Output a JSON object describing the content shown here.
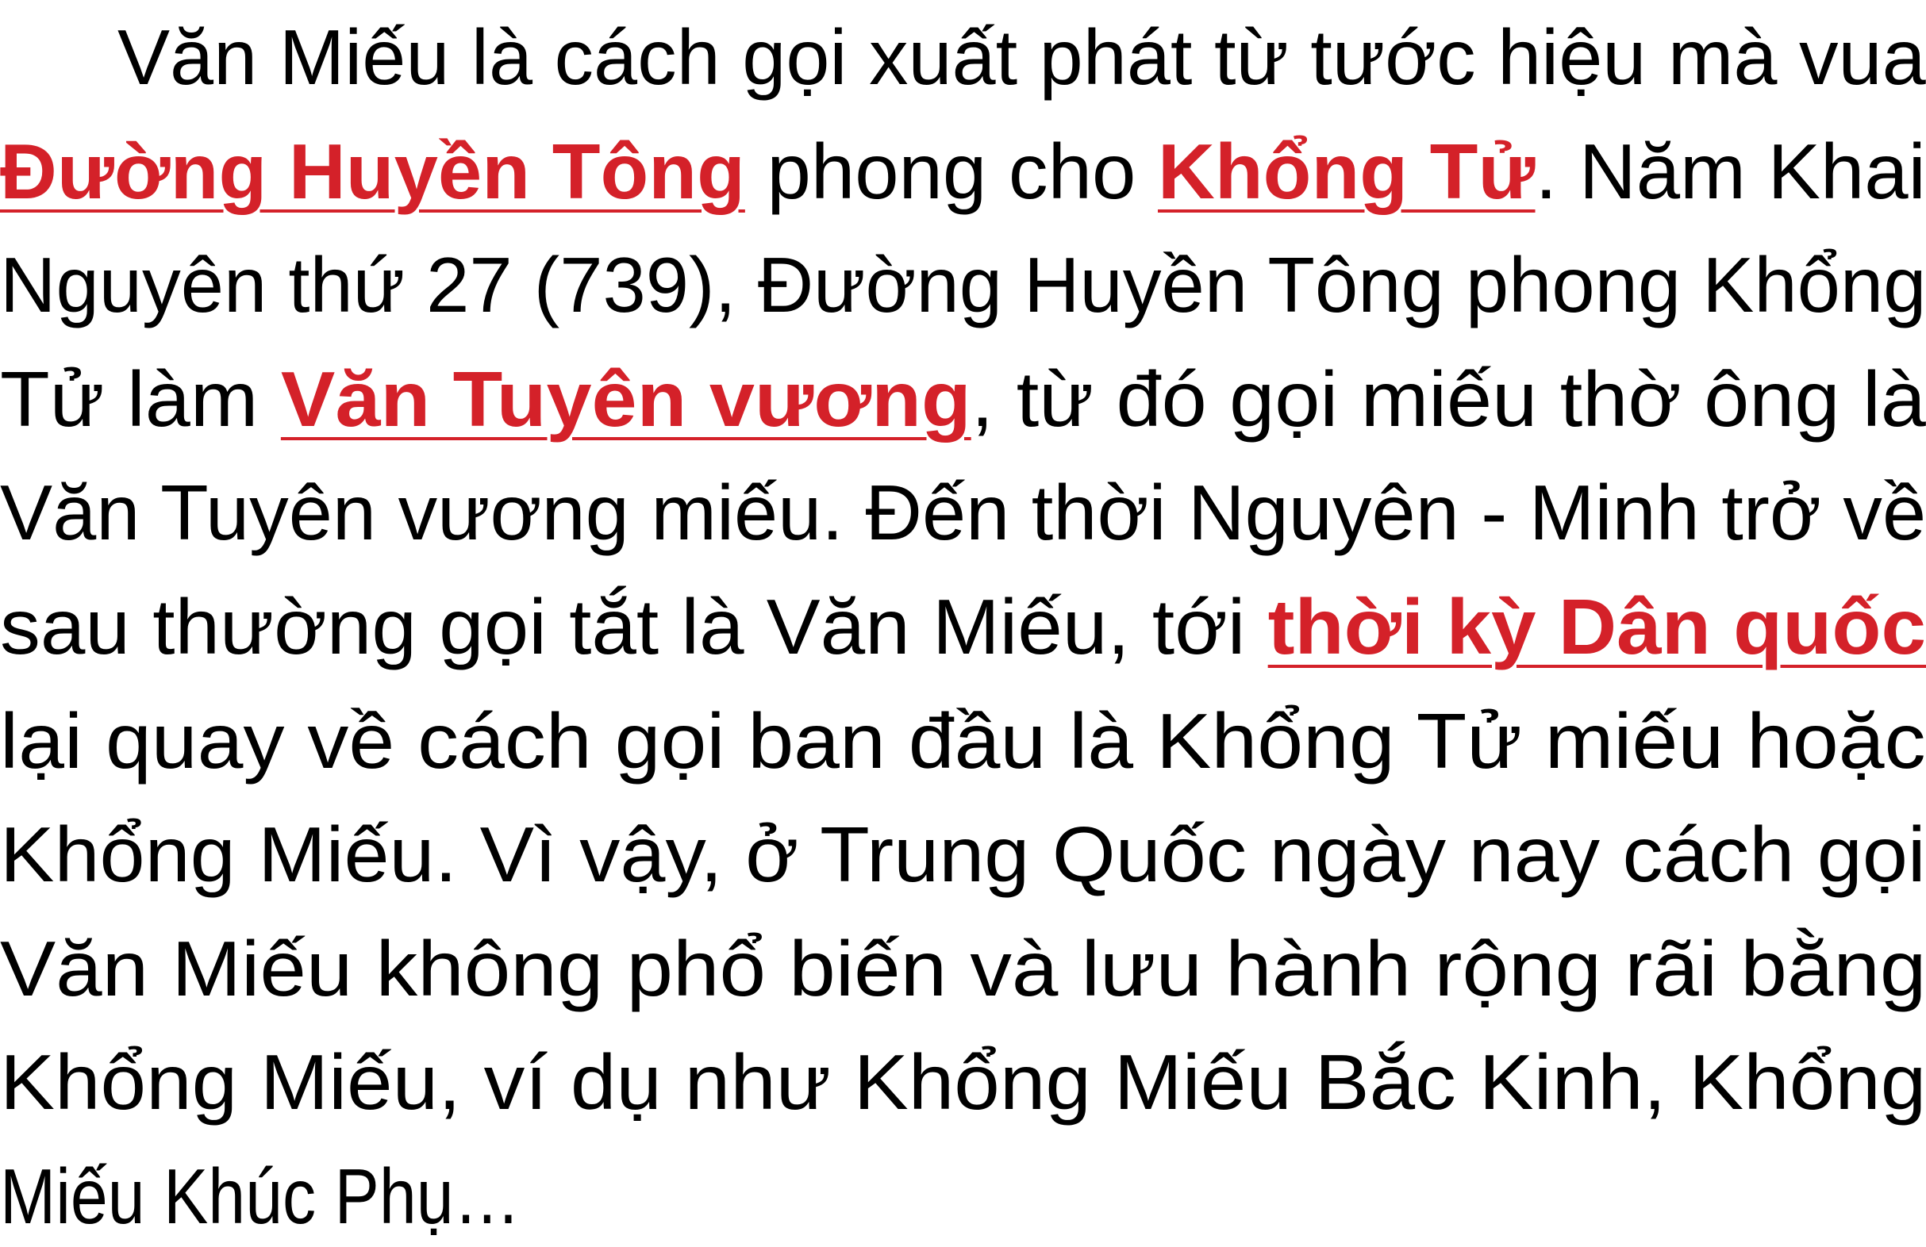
{
  "document": {
    "accent_color": "#d42129",
    "text_color": "#000000",
    "paragraph": {
      "lines": [
        {
          "indent": true,
          "segments": [
            {
              "text": "Văn Miếu là cách gọi xuất phát từ tước hiệu mà vua",
              "link": false
            }
          ]
        },
        {
          "indent": false,
          "segments": [
            {
              "text": "Đường Huyền Tông",
              "link": true
            },
            {
              "text": " phong cho ",
              "link": false
            },
            {
              "text": "Khổng Tử",
              "link": true
            },
            {
              "text": ". Năm Khai",
              "link": false
            }
          ]
        },
        {
          "indent": false,
          "segments": [
            {
              "text": "Nguyên thứ 27 (739), Đường Huyền Tông phong Khổng",
              "link": false
            }
          ]
        },
        {
          "indent": false,
          "segments": [
            {
              "text": "Tử làm ",
              "link": false
            },
            {
              "text": "Văn Tuyên vương",
              "link": true
            },
            {
              "text": ", từ đó gọi miếu thờ ông là",
              "link": false
            }
          ]
        },
        {
          "indent": false,
          "segments": [
            {
              "text": "Văn Tuyên vương miếu. Đến thời Nguyên - Minh trở về",
              "link": false
            }
          ]
        },
        {
          "indent": false,
          "segments": [
            {
              "text": "sau thường gọi tắt là Văn Miếu, tới ",
              "link": false
            },
            {
              "text": "thời kỳ Dân quốc",
              "link": true
            }
          ]
        },
        {
          "indent": false,
          "segments": [
            {
              "text": "lại quay về cách gọi ban đầu là Khổng Tử miếu hoặc",
              "link": false
            }
          ]
        },
        {
          "indent": false,
          "segments": [
            {
              "text": "Khổng Miếu. Vì vậy, ở Trung Quốc ngày nay cách gọi",
              "link": false
            }
          ]
        },
        {
          "indent": false,
          "segments": [
            {
              "text": "Văn Miếu không phổ biến và lưu hành rộng rãi bằng",
              "link": false
            }
          ]
        },
        {
          "indent": false,
          "segments": [
            {
              "text": "Khổng Miếu, ví dụ như Khổng Miếu Bắc Kinh, Khổng",
              "link": false
            }
          ]
        },
        {
          "indent": false,
          "segments": [
            {
              "text": "Miếu Khúc Phụ…",
              "link": false
            }
          ]
        }
      ]
    },
    "links": [
      {
        "label": "Đường Huyền Tông"
      },
      {
        "label": "Khổng Tử"
      },
      {
        "label": "Văn Tuyên vương"
      },
      {
        "label": "thời kỳ Dân quốc"
      }
    ]
  }
}
